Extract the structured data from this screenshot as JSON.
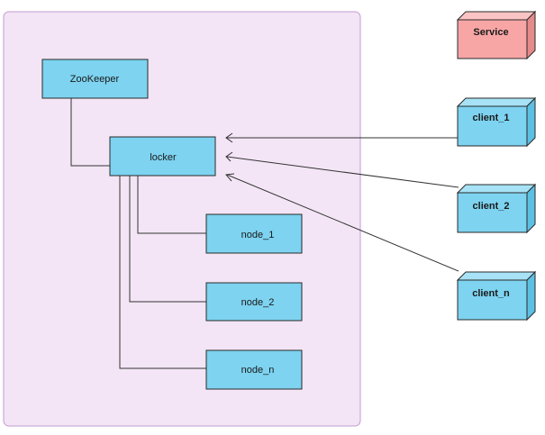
{
  "colors": {
    "container_fill": "#f3e5f5",
    "container_stroke": "#c39bd3",
    "box_fill": "#7dd3f0",
    "box_stroke": "#2a2a2a",
    "service_fill": "#f8a5a5",
    "service_top": "#fbc4c4",
    "service_side": "#e58a8a",
    "client_top": "#a7e2f6",
    "client_side": "#5cc0e3",
    "line": "#333333"
  },
  "nodes": {
    "zookeeper": "ZooKeeper",
    "locker": "locker",
    "node_1": "node_1",
    "node_2": "node_2",
    "node_n": "node_n"
  },
  "cubes": {
    "service": "Service",
    "client_1": "client_1",
    "client_2": "client_2",
    "client_n": "client_n"
  },
  "edges": [
    {
      "from": "zookeeper",
      "to": "locker"
    },
    {
      "from": "locker",
      "to": "node_1"
    },
    {
      "from": "locker",
      "to": "node_2"
    },
    {
      "from": "locker",
      "to": "node_n"
    },
    {
      "from": "client_1",
      "to": "locker",
      "arrow": "open"
    },
    {
      "from": "client_2",
      "to": "locker",
      "arrow": "open"
    },
    {
      "from": "client_n",
      "to": "locker",
      "arrow": "open"
    }
  ]
}
